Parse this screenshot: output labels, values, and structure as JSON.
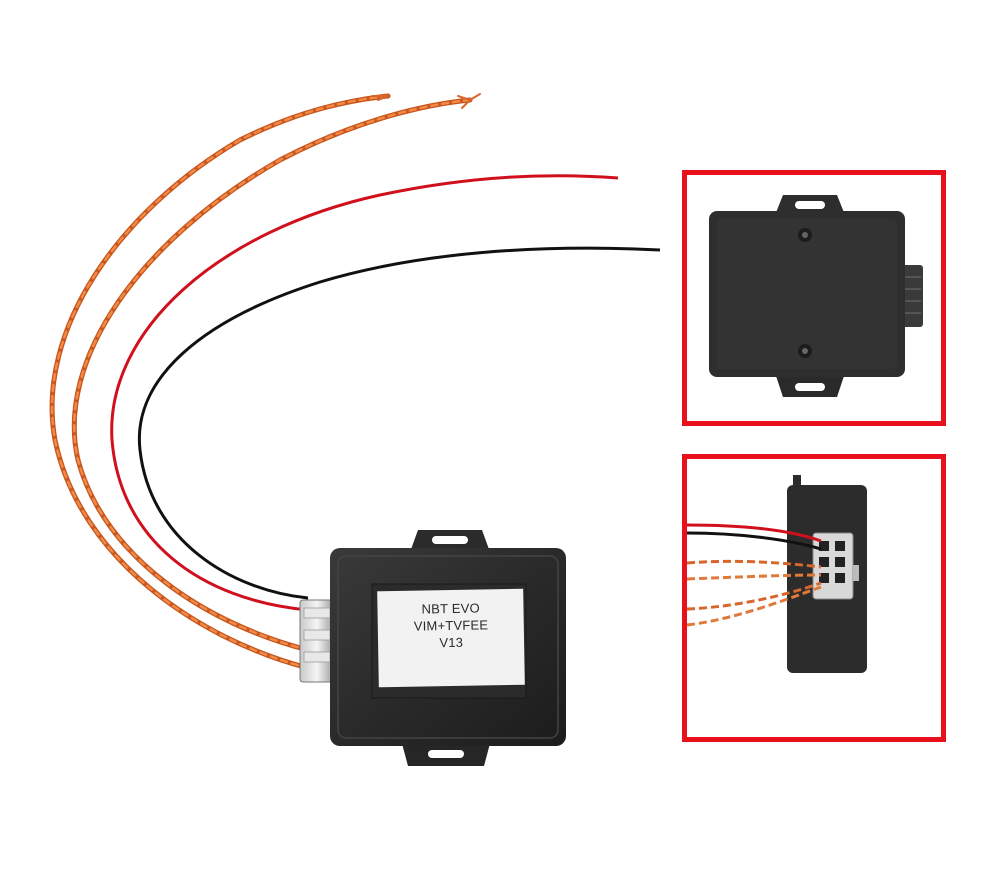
{
  "product_label": {
    "line1": "NBT  EVO",
    "line2": "VIM+TVFEE",
    "line3": "V13"
  },
  "colors": {
    "inset_border": "#e8101a",
    "wire_orange": "#d8662a",
    "wire_red": "#d0101c",
    "wire_black": "#111111",
    "module_body": "#2e2e2e"
  }
}
